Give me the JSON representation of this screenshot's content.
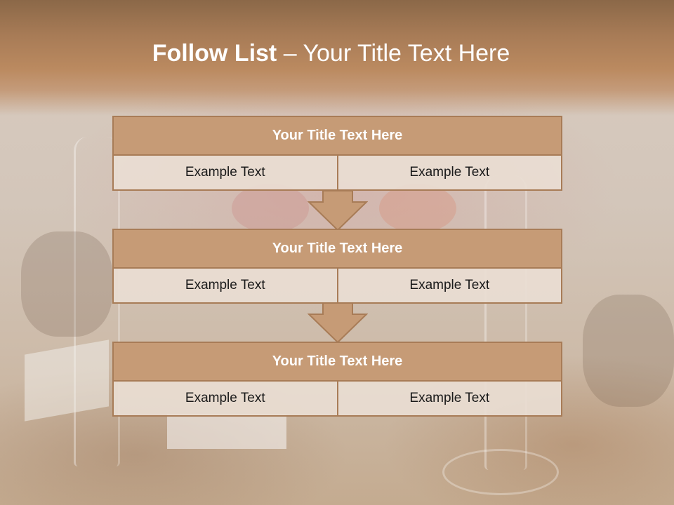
{
  "slide": {
    "title_bold": "Follow List",
    "title_rest": " – Your Title Text Here"
  },
  "blocks": [
    {
      "title": "Your Title Text Here",
      "cells": [
        "Example Text",
        "Example Text"
      ]
    },
    {
      "title": "Your Title Text Here",
      "cells": [
        "Example Text",
        "Example Text"
      ]
    },
    {
      "title": "Your Title Text Here",
      "cells": [
        "Example Text",
        "Example Text"
      ]
    }
  ],
  "colors": {
    "header": "#b38259",
    "block_title_fill": "#c69b76",
    "block_border": "#a87c57",
    "cell_fill": "#e9ddd3"
  }
}
